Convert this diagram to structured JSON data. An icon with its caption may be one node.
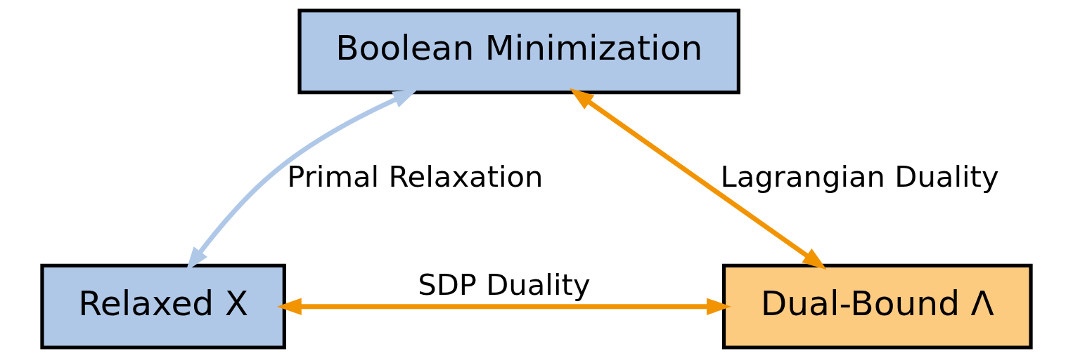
{
  "diagram": {
    "nodes": [
      {
        "text": [
          "Boolean Minimization"
        ]
      },
      {
        "text": [
          "Relaxed X"
        ]
      },
      {
        "text": [
          "Dual-Bound Λ"
        ]
      }
    ],
    "edges": [
      {
        "from": 0,
        "to": 1,
        "arrow": "both",
        "label": "Primal Relaxation",
        "color": "#b0c8e8"
      },
      {
        "from": 0,
        "to": 2,
        "arrow": "both",
        "label": "Lagrangian Duality"
      },
      {
        "from": 1,
        "to": 2,
        "arrow": "both",
        "label": "SDP Duality"
      }
    ]
  }
}
